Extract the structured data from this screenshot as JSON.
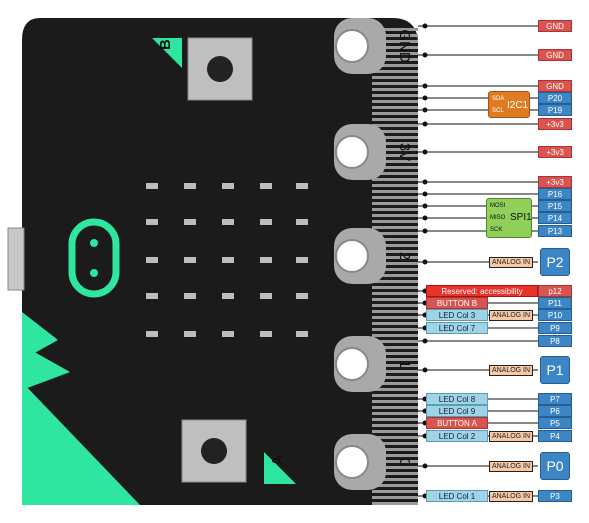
{
  "board": {
    "button_b_label": "B",
    "button_a_label": "A",
    "ring_labels": [
      "GND",
      "3V",
      "2",
      "1",
      "0"
    ]
  },
  "pins": [
    {
      "text": "GND",
      "style": "red"
    },
    {
      "text": "GND",
      "style": "red"
    },
    {
      "text": "GND",
      "style": "red"
    },
    {
      "text": "P20",
      "style": "blue"
    },
    {
      "text": "P19",
      "style": "blue"
    },
    {
      "text": "+3v3",
      "style": "red"
    },
    {
      "text": "+3v3",
      "style": "red"
    },
    {
      "text": "+3v3",
      "style": "red"
    },
    {
      "text": "P16",
      "style": "blue"
    },
    {
      "text": "P15",
      "style": "blue"
    },
    {
      "text": "P14",
      "style": "blue"
    },
    {
      "text": "P13",
      "style": "blue"
    },
    {
      "text": "P2",
      "style": "bigblue"
    },
    {
      "text": "p12",
      "style": "red"
    },
    {
      "text": "P11",
      "style": "blue"
    },
    {
      "text": "P10",
      "style": "blue"
    },
    {
      "text": "P9",
      "style": "blue"
    },
    {
      "text": "P8",
      "style": "blue"
    },
    {
      "text": "P1",
      "style": "bigblue"
    },
    {
      "text": "P7",
      "style": "blue"
    },
    {
      "text": "P6",
      "style": "blue"
    },
    {
      "text": "P5",
      "style": "blue"
    },
    {
      "text": "P4",
      "style": "blue"
    },
    {
      "text": "P0",
      "style": "bigblue"
    },
    {
      "text": "P3",
      "style": "blue"
    }
  ],
  "functions": [
    {
      "text": "Reserved: accessibility",
      "style": "brightred"
    },
    {
      "text": "BUTTON B",
      "style": "red"
    },
    {
      "text": "LED Col 3",
      "style": "led"
    },
    {
      "text": "LED Col 7",
      "style": "led"
    },
    {
      "text": "LED Col 8",
      "style": "led"
    },
    {
      "text": "LED Col 9",
      "style": "led"
    },
    {
      "text": "BUTTON A",
      "style": "red"
    },
    {
      "text": "LED Col 2",
      "style": "led"
    },
    {
      "text": "LED Col 1",
      "style": "led"
    }
  ],
  "analog_label": "ANALOG IN",
  "i2c": {
    "title": "I2C1",
    "sda": "SDA",
    "scl": "SCL",
    "color": "#e07b22"
  },
  "spi": {
    "title": "SPI1",
    "mosi": "MOSI",
    "miso": "MISO",
    "sck": "SCK",
    "color": "#8fcf5a"
  },
  "colors": {
    "board": "#1b1b1b",
    "accent": "#2ee6a0",
    "gold": "#9a9a9a"
  }
}
